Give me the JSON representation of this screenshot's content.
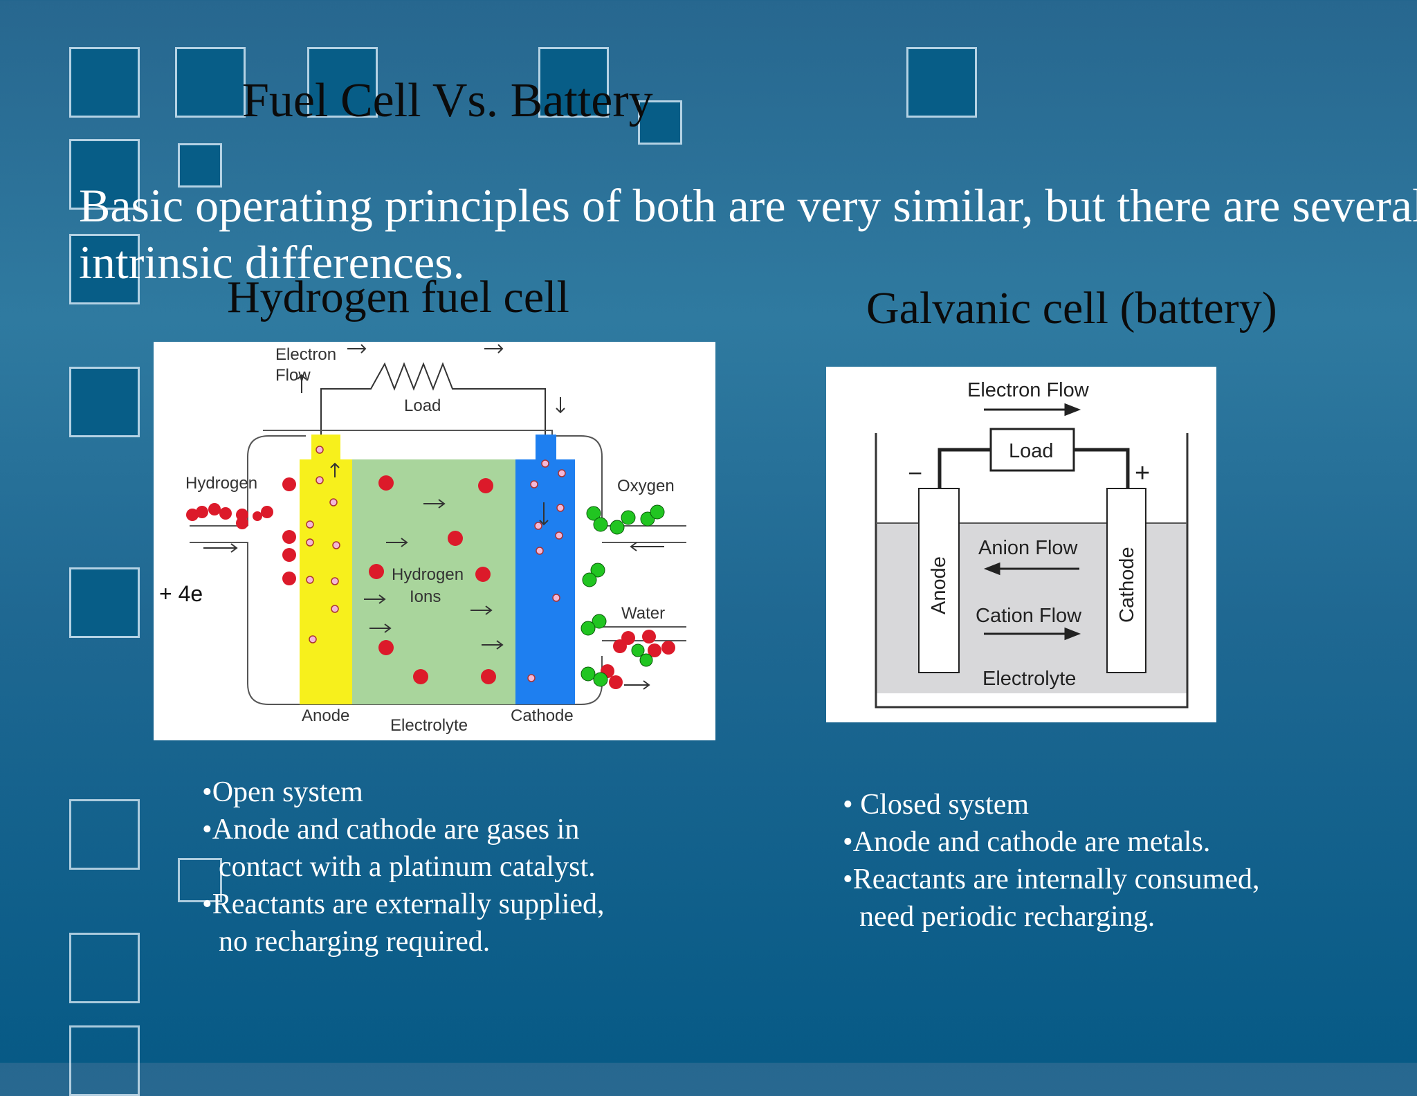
{
  "slide": {
    "title": "Fuel Cell Vs. Battery",
    "subtitle_line1": "Basic operating principles of both are very similar, but there are several",
    "subtitle_line2": "intrinsic differences."
  },
  "left": {
    "heading": "Hydrogen fuel cell",
    "side_label": "+ 4e",
    "bullets": [
      "•Open system",
      "•Anode and cathode are gases in",
      " contact with a platinum catalyst.",
      "•Reactants are externally supplied,",
      " no recharging required."
    ]
  },
  "right": {
    "heading": "Galvanic cell (battery)",
    "bullets": [
      "• Closed system",
      "•Anode and cathode are metals.",
      "•Reactants are internally consumed,",
      " need periodic recharging."
    ]
  },
  "fuel_cell_diagram": {
    "electron_flow_1": "Electron",
    "electron_flow_2": "Flow",
    "load": "Load",
    "hydrogen": "Hydrogen",
    "oxygen": "Oxygen",
    "water": "Water",
    "hydrogen_ions_1": "Hydrogen",
    "hydrogen_ions_2": "Ions",
    "anode": "Anode",
    "electrolyte": "Electrolyte",
    "cathode": "Cathode",
    "colors": {
      "anode": "#f7f01c",
      "electrolyte": "#a9d59c",
      "cathode": "#1e7ff0",
      "hydrogen_atom": "#dc1a2a",
      "oxygen_atom": "#21c521"
    }
  },
  "battery_diagram": {
    "electron_flow": "Electron Flow",
    "load": "Load",
    "minus": "−",
    "plus": "+",
    "anode": "Anode",
    "cathode": "Cathode",
    "anion_flow": "Anion Flow",
    "cation_flow": "Cation Flow",
    "electrolyte": "Electrolyte"
  }
}
